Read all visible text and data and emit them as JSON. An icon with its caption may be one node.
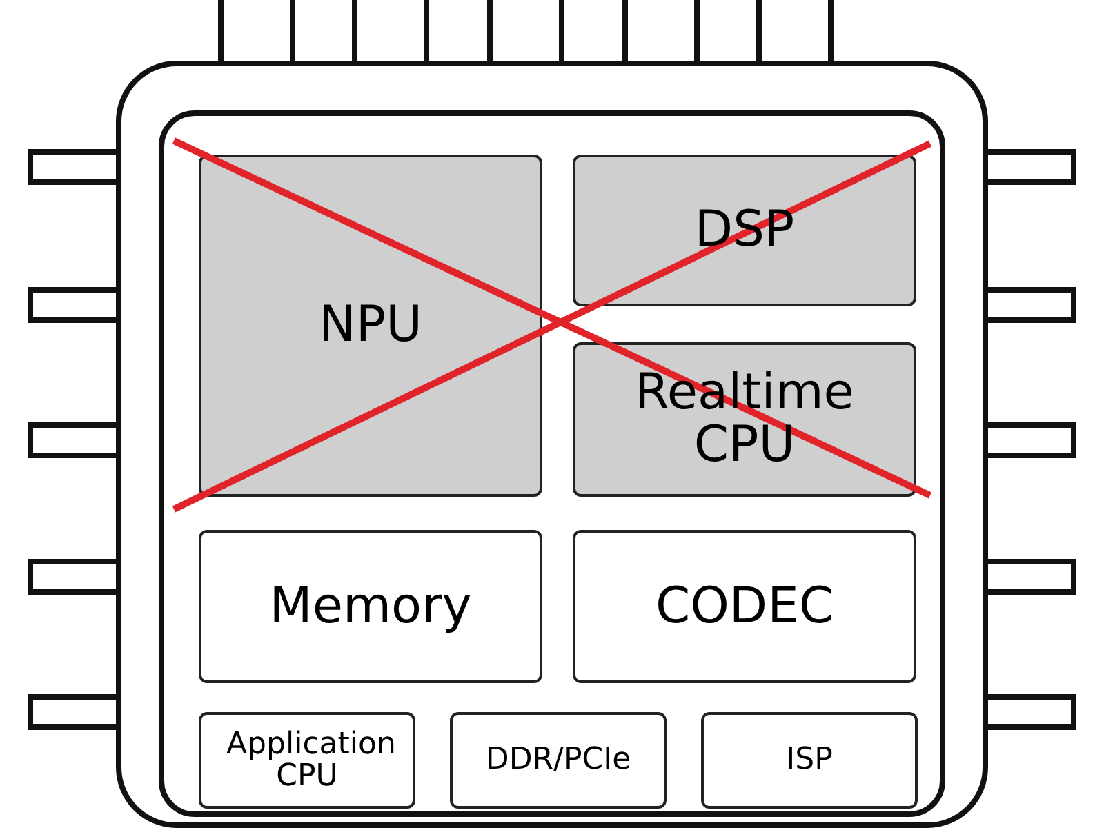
{
  "diagram": {
    "nodes": [
      {
        "text": [],
        "shape": "box"
      },
      {
        "text": [
          "NPU"
        ],
        "in": 0
      },
      {
        "text": [
          "DSP"
        ],
        "in": 0
      },
      {
        "text": [
          "Realtime CPU"
        ],
        "in": 0
      },
      {
        "text": [
          "Memory"
        ],
        "in": 0
      },
      {
        "text": [
          "CODEC"
        ],
        "in": 0
      },
      {
        "text": [
          "Application CPU"
        ],
        "in": 0
      },
      {
        "text": [
          "DDR/PCIe"
        ],
        "in": 0
      },
      {
        "text": [
          "ISP"
        ],
        "in": 0
      }
    ],
    "edges": []
  }
}
